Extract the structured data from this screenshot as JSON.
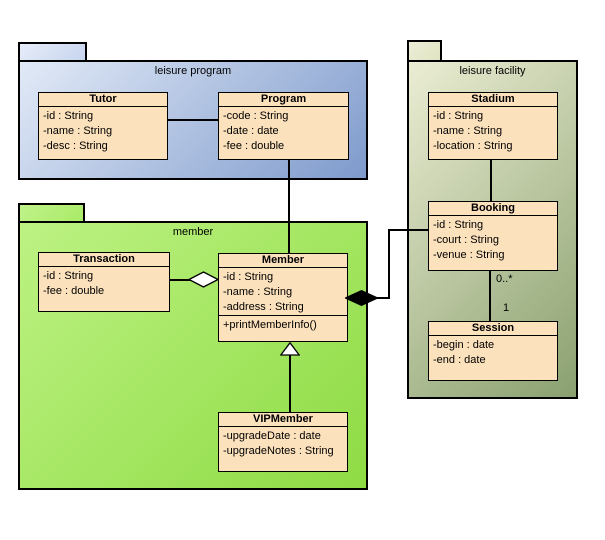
{
  "diagram": {
    "type": "uml-class-diagram",
    "background": "#ffffff"
  },
  "packages": {
    "leisure_program": {
      "name": "leisure program"
    },
    "member": {
      "name": "member"
    },
    "leisure_facility": {
      "name": "leisure facility"
    }
  },
  "classes": {
    "tutor": {
      "name": "Tutor",
      "attributes": [
        "-id : String",
        "-name : String",
        "-desc : String"
      ]
    },
    "program": {
      "name": "Program",
      "attributes": [
        "-code : String",
        "-date : date",
        "-fee : double"
      ]
    },
    "stadium": {
      "name": "Stadium",
      "attributes": [
        "-id : String",
        "-name : String",
        "-location : String"
      ]
    },
    "transaction": {
      "name": "Transaction",
      "attributes": [
        "-id : String",
        "-fee : double"
      ]
    },
    "member": {
      "name": "Member",
      "attributes": [
        "-id : String",
        "-name : String",
        "-address : String"
      ],
      "operations": [
        "+printMemberInfo()"
      ]
    },
    "vipmember": {
      "name": "VIPMember",
      "attributes": [
        "-upgradeDate : date",
        "-upgradeNotes : String"
      ]
    },
    "booking": {
      "name": "Booking",
      "attributes": [
        "-id : String",
        "-court : String",
        "-venue : String"
      ]
    },
    "session": {
      "name": "Session",
      "attributes": [
        "-begin : date",
        "-end : date"
      ]
    }
  },
  "relationships": [
    {
      "type": "association",
      "from": "Tutor",
      "to": "Program"
    },
    {
      "type": "association",
      "from": "Program",
      "to": "Member"
    },
    {
      "type": "aggregation",
      "from": "Transaction",
      "to": "Member",
      "diamond_at": "Member",
      "icon": "hollow-diamond"
    },
    {
      "type": "composition",
      "from": "Member",
      "to": "Booking",
      "diamond_at": "Member",
      "icon": "filled-diamond"
    },
    {
      "type": "generalization",
      "from": "VIPMember",
      "to": "Member",
      "icon": "hollow-triangle"
    },
    {
      "type": "association",
      "from": "Stadium",
      "to": "Booking"
    },
    {
      "type": "association",
      "from": "Booking",
      "to": "Session",
      "multiplicity_booking_end": "0..*",
      "multiplicity_session_end": "1"
    }
  ],
  "colors": {
    "package_program_gradient": [
      "#e2eaf7",
      "#7e9acc"
    ],
    "package_member_gradient": [
      "#bdf283",
      "#8edb44"
    ],
    "package_facility_gradient": [
      "#ebedd3",
      "#8aa06f"
    ],
    "class_fill": "#fce1bd",
    "line": "#000000",
    "text": "#000000"
  }
}
